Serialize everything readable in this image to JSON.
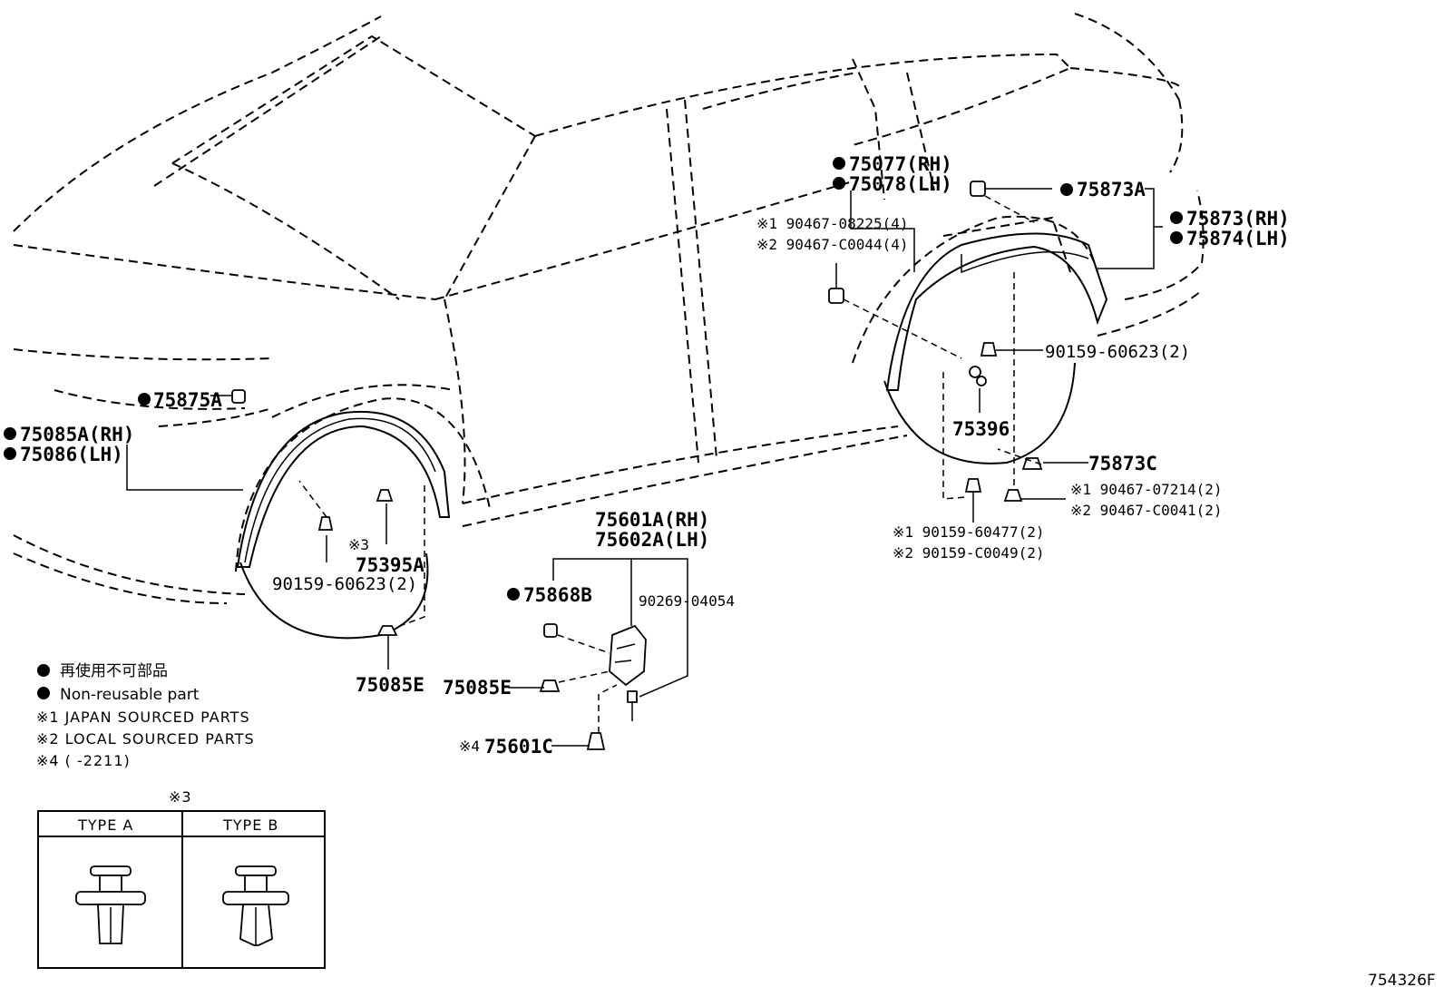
{
  "diagram": {
    "figure_id": "754326F",
    "callouts": {
      "c75875A": "75875A",
      "c75085A": "75085A(RH)",
      "c75086": "75086(LH)",
      "c90159_front": "90159-60623(2)",
      "c75395A": "75395A",
      "c75395A_note": "※3",
      "c75085E_front": "75085E",
      "c75077": "75077(RH)",
      "c75078": "75078(LH)",
      "c90467_08225": "※1 90467-08225(4)",
      "c90467_C0044": "※2 90467-C0044(4)",
      "c75873A": "75873A",
      "c75873": "75873(RH)",
      "c75874": "75874(LH)",
      "c90159_rear": "90159-60623(2)",
      "c75396": "75396",
      "c75873C": "75873C",
      "c90467_07214": "※1 90467-07214(2)",
      "c90467_C0041": "※2 90467-C0041(2)",
      "c90159_60477": "※1 90159-60477(2)",
      "c90159_C0049": "※2 90159-C0049(2)",
      "c75601A": "75601A(RH)",
      "c75602A": "75602A(LH)",
      "c75868B": "75868B",
      "c90269": "90269-04054",
      "c75085E_mid": "75085E",
      "c75601C": "75601C",
      "c75601C_note": "※4"
    },
    "legend": {
      "line1": "再使用不可部品",
      "line2": "Non-reusable part",
      "line3": "※1 JAPAN SOURCED PARTS",
      "line4": "※2 LOCAL SOURCED PARTS",
      "line5": "※4 (       -2211)"
    },
    "type_table": {
      "note": "※3",
      "col_a": "TYPE A",
      "col_b": "TYPE B"
    }
  }
}
